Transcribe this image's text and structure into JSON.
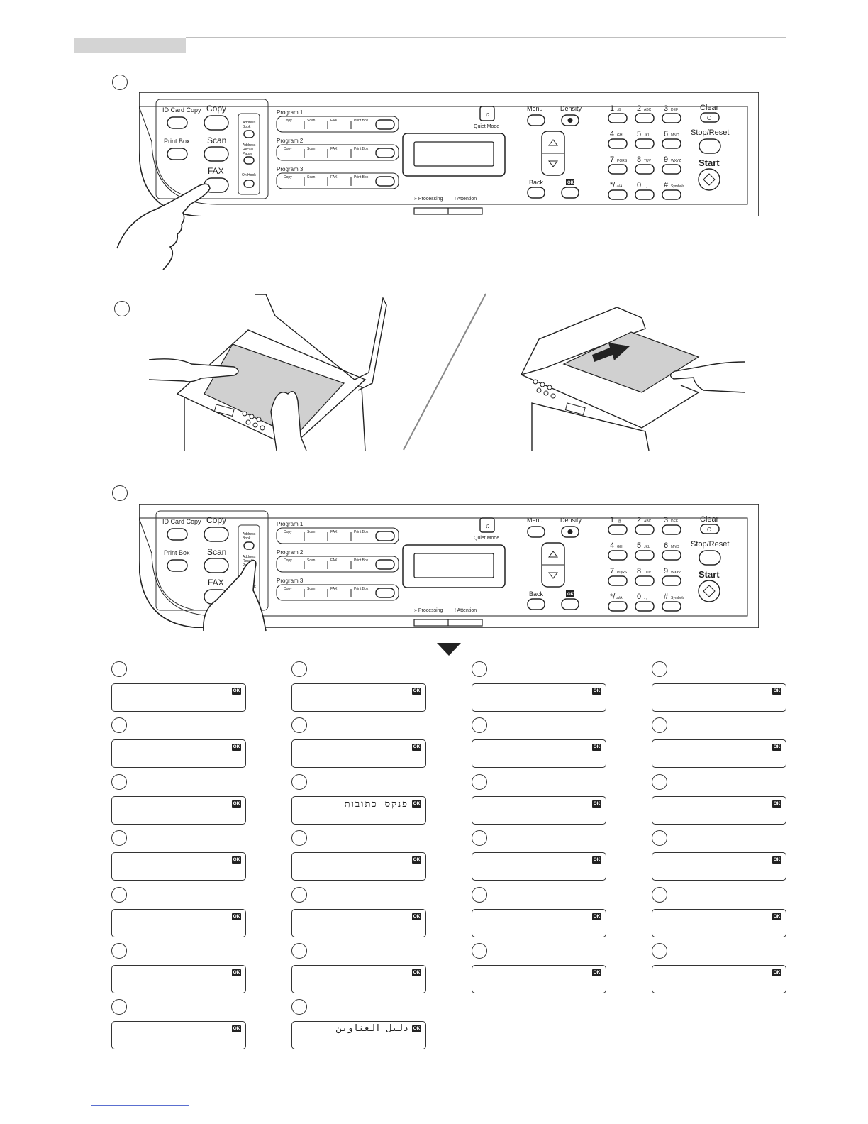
{
  "panel": {
    "id_card_copy": "ID Card Copy",
    "copy": "Copy",
    "print_box": "Print Box",
    "scan": "Scan",
    "fax": "FAX",
    "address_book": [
      "Address",
      "Book"
    ],
    "address_recall": [
      "Address",
      "Recall/",
      "Pause"
    ],
    "on_hook": "On Hook",
    "programs": [
      "Program 1",
      "Program 2",
      "Program 3"
    ],
    "program_slots": [
      "Copy",
      "Scan",
      "FAX",
      "Print Box"
    ],
    "quiet_mode": "Quiet Mode",
    "menu": "Menu",
    "density": "Density",
    "back": "Back",
    "ok": "OK",
    "processing": "Processing",
    "attention": "Attention",
    "clear": "Clear",
    "clear_key": "C",
    "stop_reset": "Stop/Reset",
    "start": "Start",
    "keys": [
      {
        "num": "1",
        "sub": ".@"
      },
      {
        "num": "2",
        "sub": "ABC"
      },
      {
        "num": "3",
        "sub": "DEF"
      },
      {
        "num": "4",
        "sub": "GHI"
      },
      {
        "num": "5",
        "sub": "JKL"
      },
      {
        "num": "6",
        "sub": "MNO"
      },
      {
        "num": "7",
        "sub": "PQRS"
      },
      {
        "num": "8",
        "sub": "TUV"
      },
      {
        "num": "9",
        "sub": "WXYZ"
      },
      {
        "num": "*/.",
        "sub": "a/A"
      },
      {
        "num": "0",
        "sub": ". ,"
      },
      {
        "num": "#",
        "sub": "Symbols"
      }
    ]
  },
  "lcd_screens": {
    "hebrew": "פנקס כתובות",
    "arabic": "دليل العناوين",
    "ok": "OK"
  }
}
